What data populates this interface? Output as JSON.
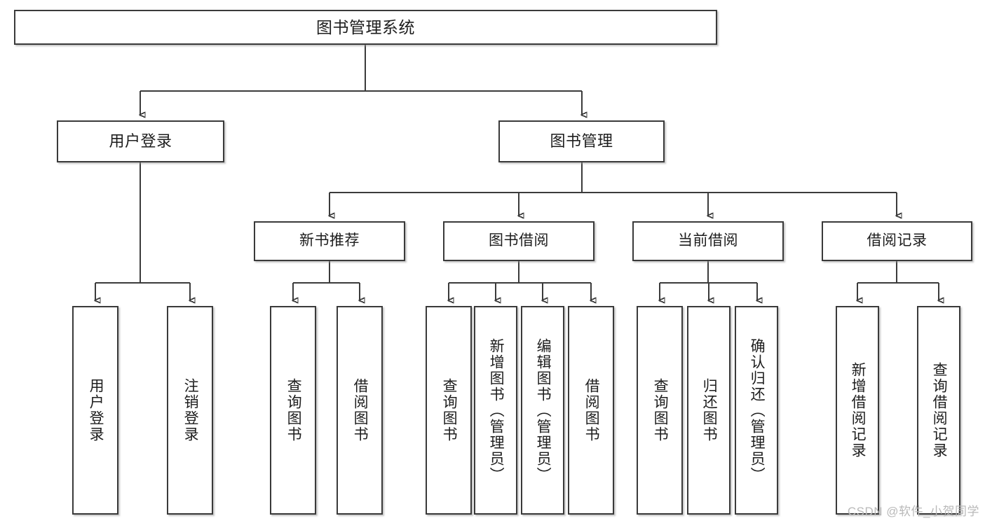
{
  "diagram": {
    "title": "图书管理系统",
    "type": "功能结构图",
    "root": {
      "label": "图书管理系统"
    },
    "level2": [
      {
        "label": "用户登录"
      },
      {
        "label": "图书管理"
      }
    ],
    "level3": [
      {
        "label": "新书推荐"
      },
      {
        "label": "图书借阅"
      },
      {
        "label": "当前借阅"
      },
      {
        "label": "借阅记录"
      }
    ],
    "leaves": {
      "user_login": [
        {
          "label": "用户登录"
        },
        {
          "label": "注销登录"
        }
      ],
      "new_book_recommend": [
        {
          "label": "查询图书"
        },
        {
          "label": "借阅图书"
        }
      ],
      "book_borrow": [
        {
          "label": "查询图书"
        },
        {
          "label": "新增图书（管理员）"
        },
        {
          "label": "编辑图书（管理员）"
        },
        {
          "label": "借阅图书"
        }
      ],
      "current_borrow": [
        {
          "label": "查询图书"
        },
        {
          "label": "归还图书"
        },
        {
          "label": "确认归还（管理员）"
        }
      ],
      "borrow_record": [
        {
          "label": "新增借阅记录"
        },
        {
          "label": "查询借阅记录"
        }
      ]
    }
  },
  "watermark": {
    "text": "CSDN @软件_小贺同学"
  },
  "colors": {
    "stroke": "#3a3a3a",
    "background": "#ffffff",
    "text": "#1d1d1d",
    "watermark": "#b9b9b9"
  }
}
